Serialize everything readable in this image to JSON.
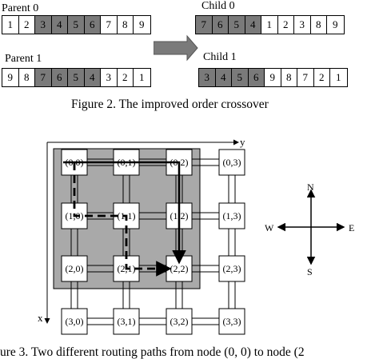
{
  "figure2": {
    "parent0_label": "Parent 0",
    "child0_label": "Child 0",
    "parent1_label": "Parent 1",
    "child1_label": "Child 1",
    "parent0": [
      "1",
      "2",
      "3",
      "4",
      "5",
      "6",
      "7",
      "8",
      "9"
    ],
    "parent0_shaded": [
      false,
      false,
      true,
      true,
      true,
      true,
      false,
      false,
      false
    ],
    "child0": [
      "7",
      "6",
      "5",
      "4",
      "1",
      "2",
      "3",
      "8",
      "9"
    ],
    "child0_shaded": [
      true,
      true,
      true,
      true,
      false,
      false,
      false,
      false,
      false
    ],
    "parent1": [
      "9",
      "8",
      "7",
      "6",
      "5",
      "4",
      "3",
      "2",
      "1"
    ],
    "parent1_shaded": [
      false,
      false,
      true,
      true,
      true,
      true,
      false,
      false,
      false
    ],
    "child1": [
      "3",
      "4",
      "5",
      "6",
      "9",
      "8",
      "7",
      "2",
      "1"
    ],
    "child1_shaded": [
      true,
      true,
      true,
      true,
      false,
      false,
      false,
      false,
      false
    ],
    "caption": "Figure 2.  The improved order crossover"
  },
  "figure3": {
    "nodes": [
      [
        "(0,0)",
        "(0,1)",
        "(0,2)",
        "(0,3)"
      ],
      [
        "(1,0)",
        "(1,1)",
        "(1,2)",
        "(1,3)"
      ],
      [
        "(2,0)",
        "(2,1)",
        "(2,2)",
        "(2,3)"
      ],
      [
        "(3,0)",
        "(3,1)",
        "(3,2)",
        "(3,3)"
      ]
    ],
    "axis_y": "y",
    "axis_x": "x",
    "compass": {
      "north": "N",
      "south": "S",
      "west": "W",
      "east": "E"
    },
    "caption": "ure 3.  Two different routing paths from node (0, 0) to node (2"
  },
  "colors": {
    "shade": "#7a7a7a",
    "region": "#a9a9a9"
  }
}
